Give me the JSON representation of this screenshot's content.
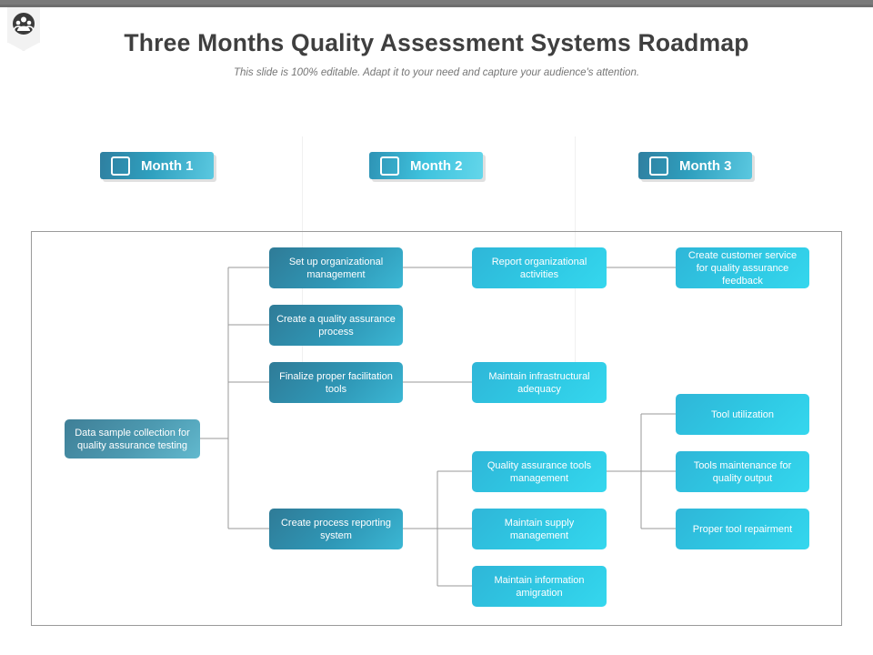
{
  "header": {
    "title": "Three Months Quality Assessment Systems Roadmap",
    "subtitle": "This slide is 100% editable. Adapt it to your need and capture your audience's attention."
  },
  "icons": {
    "logo": "group-people-icon",
    "month_marker": "square-outline-icon"
  },
  "colors": {
    "month_header_teal": "#2f9fbe",
    "column1_node": "#2f97b6",
    "column2_node": "#2fc9e4",
    "column3_node": "#2fc9e4",
    "root_node": "#4d9ab1",
    "frame_border": "#9a9a9a",
    "title_text": "#3f3f3f"
  },
  "months": [
    {
      "label": "Month 1"
    },
    {
      "label": "Month 2"
    },
    {
      "label": "Month 3"
    }
  ],
  "nodes": {
    "root": {
      "label": "Data sample collection for quality assurance testing"
    },
    "month1": [
      {
        "label": "Set up organizational management"
      },
      {
        "label": "Create a quality assurance process"
      },
      {
        "label": "Finalize proper facilitation tools"
      },
      {
        "label": "Create process reporting system"
      }
    ],
    "month2": [
      {
        "label": "Report organizational activities"
      },
      {
        "label": "Maintain infrastructural adequacy"
      },
      {
        "label": "Quality assurance tools management"
      },
      {
        "label": "Maintain supply management"
      },
      {
        "label": "Maintain information amigration"
      }
    ],
    "month3": [
      {
        "label": "Create customer service for quality assurance feedback"
      },
      {
        "label": "Tool utilization"
      },
      {
        "label": "Tools maintenance for quality output"
      },
      {
        "label": "Proper tool repairment"
      }
    ]
  }
}
